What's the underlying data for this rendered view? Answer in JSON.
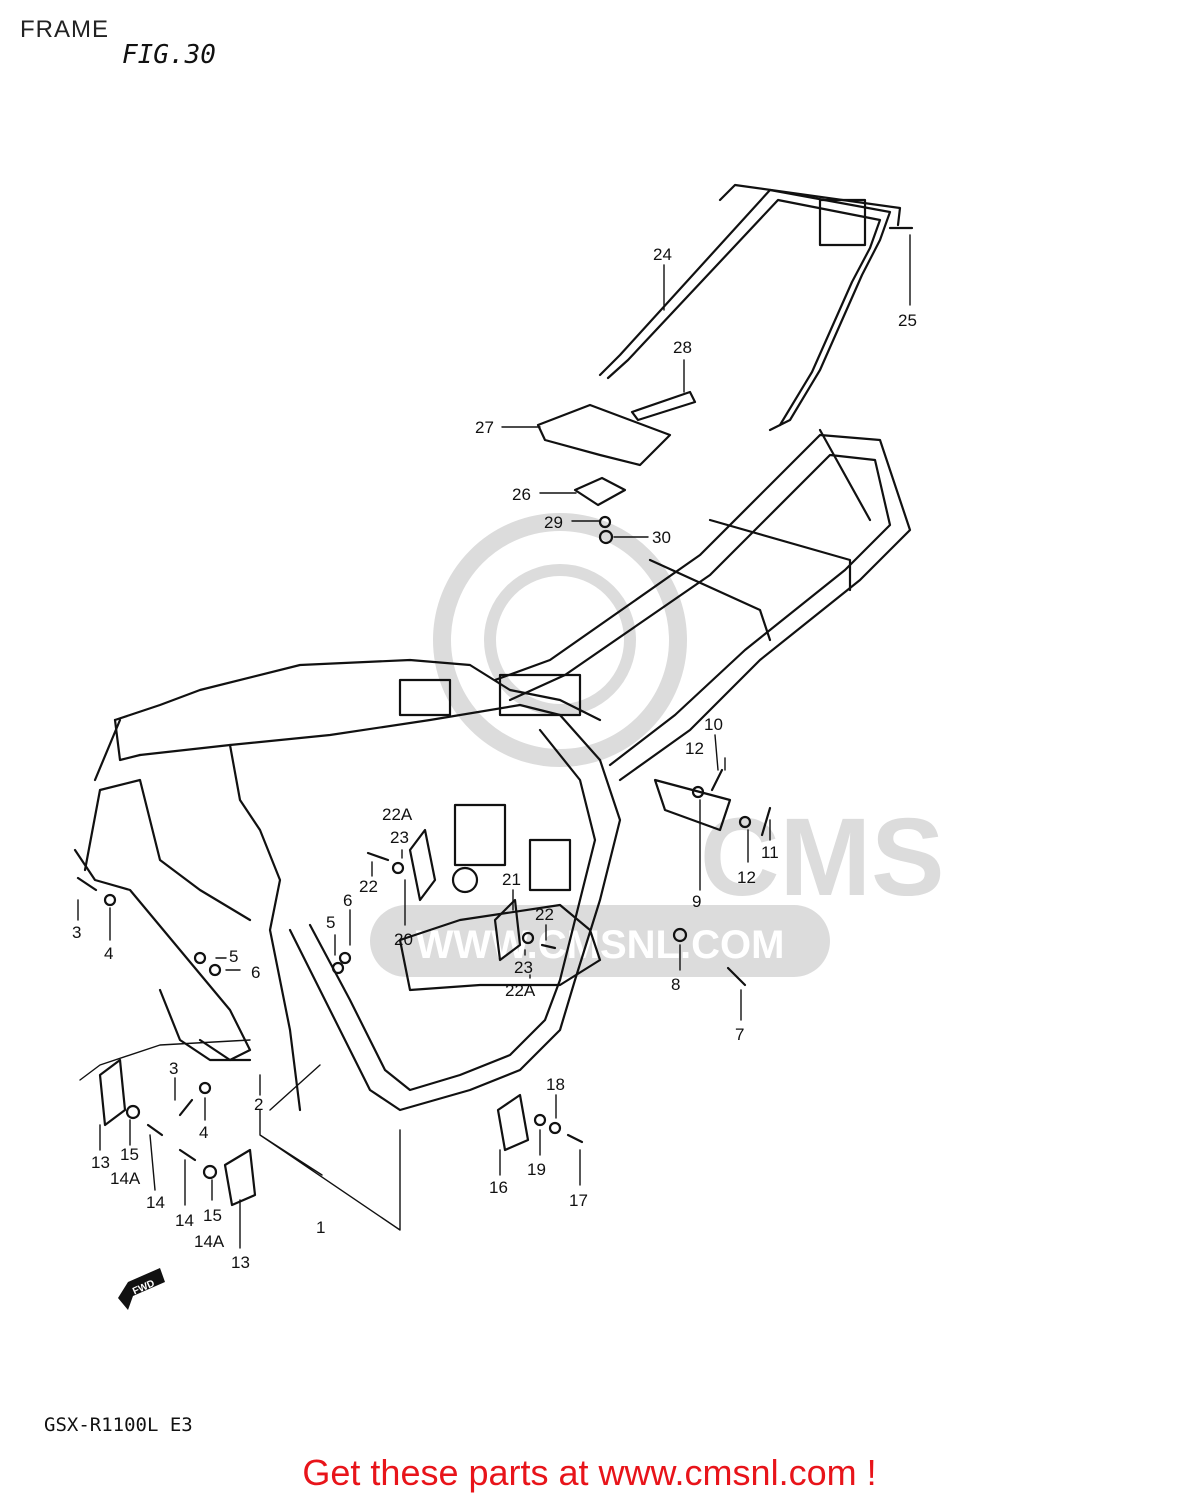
{
  "header": {
    "title": "FRAME",
    "figure": "FIG.30"
  },
  "footer": {
    "model": "GSX-R1100L E3",
    "cta": "Get these parts at www.cmsnl.com !"
  },
  "watermark": {
    "text": "WWW.CMSNL.COM",
    "brand": "CMS",
    "color": "#d9d9d9"
  },
  "direction_marker": "FWD",
  "colors": {
    "line": "#111111",
    "cta": "#e8141a"
  },
  "callouts": [
    "1",
    "2",
    "3",
    "3",
    "4",
    "4",
    "5",
    "5",
    "6",
    "6",
    "7",
    "8",
    "9",
    "10",
    "11",
    "12",
    "12",
    "13",
    "13",
    "14",
    "14",
    "14A",
    "14A",
    "15",
    "15",
    "16",
    "17",
    "18",
    "19",
    "20",
    "21",
    "22",
    "22",
    "22A",
    "22A",
    "23",
    "23",
    "24",
    "25",
    "26",
    "27",
    "28",
    "29",
    "30"
  ]
}
